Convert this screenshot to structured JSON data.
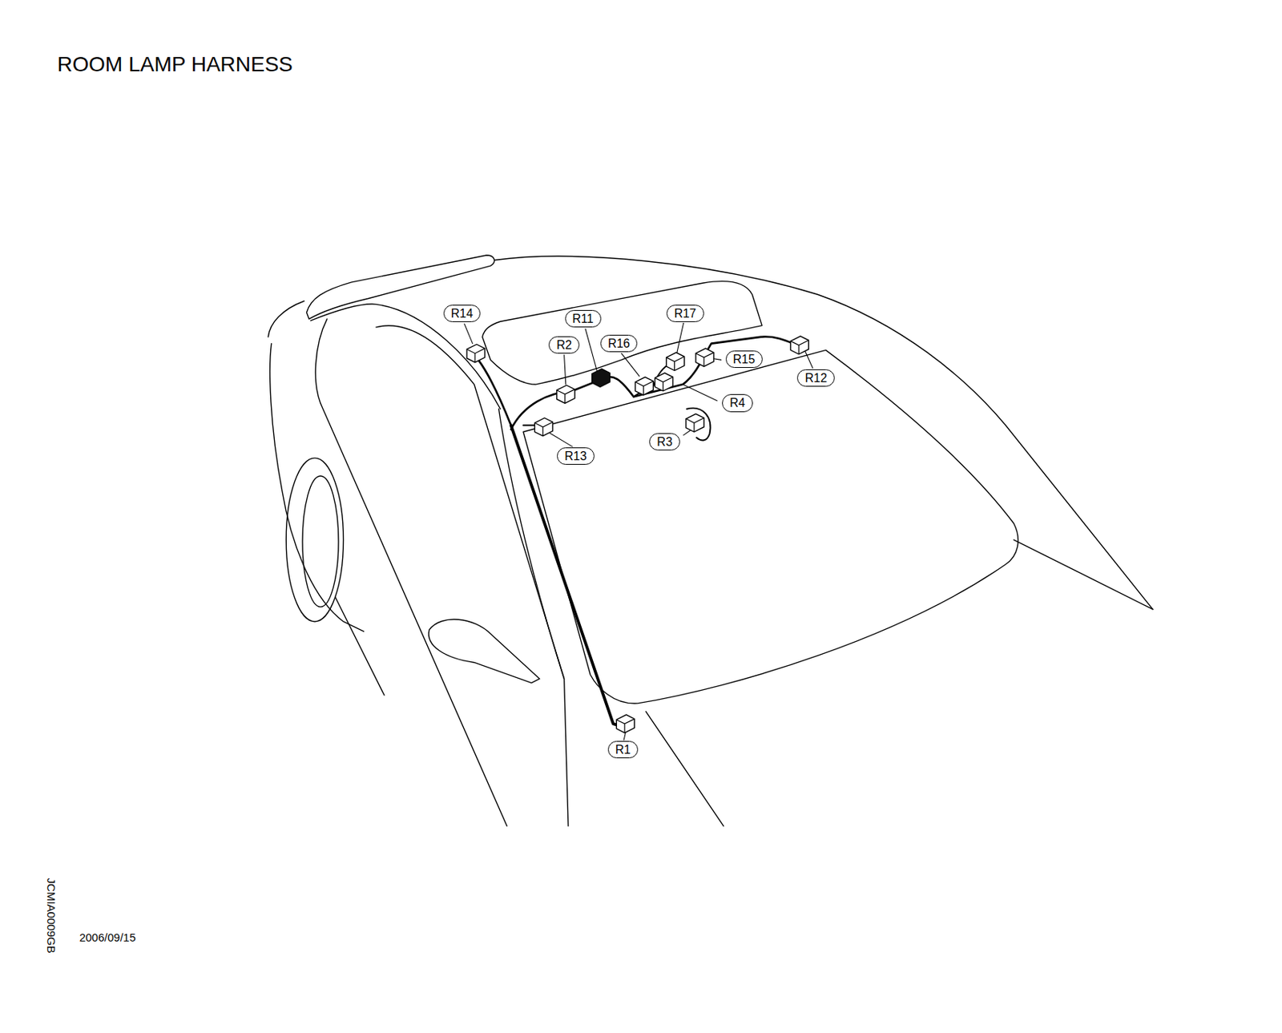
{
  "diagram": {
    "title": "ROOM LAMP HARNESS",
    "nodes": [
      {
        "text": [
          "R14"
        ]
      },
      {
        "text": [
          "R11"
        ]
      },
      {
        "text": [
          "R17"
        ]
      },
      {
        "text": [
          "R2"
        ]
      },
      {
        "text": [
          "R16"
        ]
      },
      {
        "text": [
          "R15"
        ]
      },
      {
        "text": [
          "R12"
        ]
      },
      {
        "text": [
          "R4"
        ]
      },
      {
        "text": [
          "R3"
        ]
      },
      {
        "text": [
          "R13"
        ]
      },
      {
        "text": [
          "R1"
        ]
      }
    ],
    "labels": [
      "JCMIA0009GB",
      "2006/09/15"
    ]
  }
}
